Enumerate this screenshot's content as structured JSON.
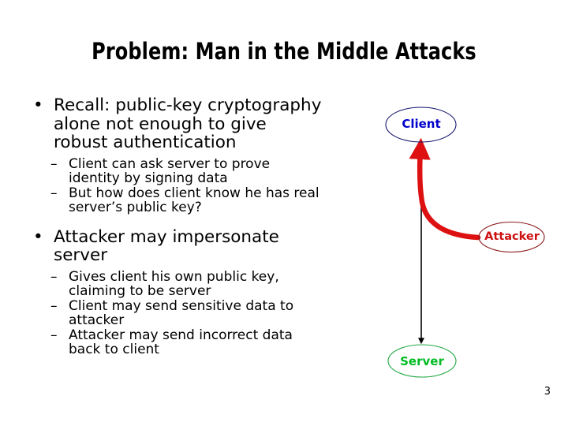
{
  "slide": {
    "title": "Problem: Man in the Middle Attacks",
    "page_number": "3"
  },
  "bullets": [
    {
      "marker": "•",
      "text": "Recall: public-key cryptography alone not enough to give robust authentication",
      "sub": [
        {
          "marker": "–",
          "text": "Client can ask server to prove identity by signing data"
        },
        {
          "marker": "–",
          "text": "But how does client know he has real server’s public key?"
        }
      ]
    },
    {
      "marker": "•",
      "text": "Attacker may impersonate server",
      "sub": [
        {
          "marker": "–",
          "text": "Gives client his own public key, claiming to be server"
        },
        {
          "marker": "–",
          "text": "Client may send sensitive data to attacker"
        },
        {
          "marker": "–",
          "text": "Attacker may send incorrect data back to client"
        }
      ]
    }
  ],
  "diagram": {
    "nodes": {
      "client": {
        "label": "Client",
        "text_color": "#0000CC",
        "outline_color": "#16166E"
      },
      "attacker": {
        "label": "Attacker",
        "text_color": "#CC1111",
        "outline_color": "#8B1A1A"
      },
      "server": {
        "label": "Server",
        "text_color": "#00BB22",
        "outline_color": "#22AA44"
      }
    },
    "edges": [
      {
        "name": "client-to-server",
        "color": "#000000",
        "style": "straight-arrow-down"
      },
      {
        "name": "attacker-to-client",
        "color": "#DD1111",
        "style": "curved-thick-arrow-up"
      }
    ]
  }
}
